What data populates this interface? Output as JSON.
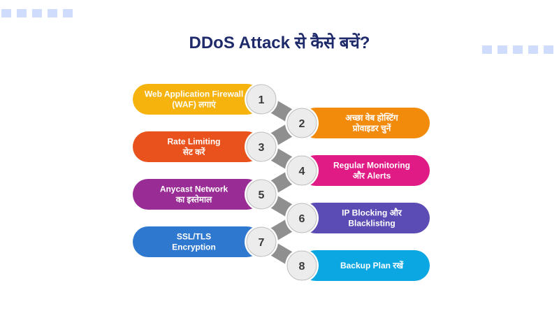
{
  "title": "DDoS Attack से कैसे बचें?",
  "steps": [
    {
      "number": "1",
      "lines": [
        "Web Application Firewall",
        "(WAF) लगाएं"
      ],
      "color": "#f6b30e"
    },
    {
      "number": "2",
      "lines": [
        "अच्छा वेब होस्टिंग",
        "प्रोवाइडर चुनें"
      ],
      "color": "#f28b0c"
    },
    {
      "number": "3",
      "lines": [
        "Rate Limiting",
        "सेट करें"
      ],
      "color": "#e9521c"
    },
    {
      "number": "4",
      "lines": [
        "Regular Monitoring",
        "और Alerts"
      ],
      "color": "#e11b86"
    },
    {
      "number": "5",
      "lines": [
        "Anycast Network",
        "का इस्तेमाल"
      ],
      "color": "#9a2c96"
    },
    {
      "number": "6",
      "lines": [
        "IP Blocking और",
        "Blacklisting"
      ],
      "color": "#5b4bb5"
    },
    {
      "number": "7",
      "lines": [
        "SSL/TLS",
        "Encryption"
      ],
      "color": "#2f78cf"
    },
    {
      "number": "8",
      "lines": [
        "Backup Plan रखें"
      ],
      "color": "#0aa7e3"
    }
  ],
  "colors": {
    "title": "#1f2a6b",
    "connector": "#8f8f8f",
    "number_circle": "#ececec",
    "decoration": "#cfdcfb"
  }
}
